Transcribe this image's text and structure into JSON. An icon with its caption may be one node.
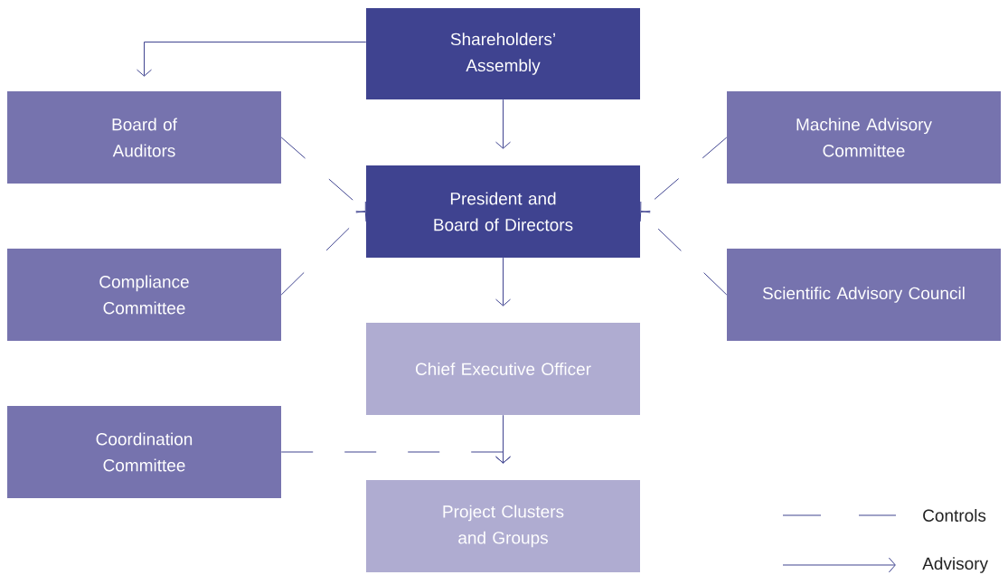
{
  "diagram": {
    "nodes": [
      {
        "text": [
          "Shareholders’ Assembly"
        ]
      },
      {
        "text": [
          "Board of Auditors"
        ]
      },
      {
        "text": [
          "Machine Advisory Committee"
        ]
      },
      {
        "text": [
          "President and Board of Directors"
        ]
      },
      {
        "text": [
          "Compliance Committee"
        ]
      },
      {
        "text": [
          "Scientific Advisory Council"
        ]
      },
      {
        "text": [
          "Chief Executive Officer"
        ]
      },
      {
        "text": [
          "Coordination Committee"
        ]
      },
      {
        "text": [
          "Project Clusters and Groups"
        ]
      }
    ],
    "edges": [
      {
        "from": 0,
        "to": 1,
        "arrow": "to"
      },
      {
        "from": 0,
        "to": 3,
        "arrow": "to"
      },
      {
        "from": 1,
        "to": 3,
        "arrow": "to",
        "style": "dashed"
      },
      {
        "from": 2,
        "to": 3,
        "arrow": "to",
        "style": "dashed"
      },
      {
        "from": 4,
        "to": 3,
        "arrow": "to",
        "style": "dashed"
      },
      {
        "from": 5,
        "to": 3,
        "arrow": "to",
        "style": "dashed"
      },
      {
        "from": 3,
        "to": 6,
        "arrow": "to"
      },
      {
        "from": 6,
        "to": 8,
        "arrow": "to"
      },
      {
        "from": 7,
        "to": 8,
        "arrow": "to",
        "style": "dashed"
      }
    ],
    "legend": [
      {
        "text": "Controls"
      },
      {
        "text": "Advisory"
      }
    ]
  }
}
